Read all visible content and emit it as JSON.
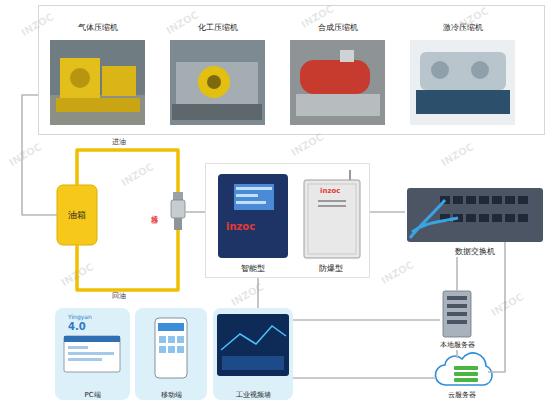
{
  "diagram": {
    "nodes": [
      {
        "text": []
      },
      {
        "text": [
          "气体压缩机"
        ],
        "in": 0
      },
      {
        "text": [
          "化工压缩机"
        ],
        "in": 0
      },
      {
        "text": [
          "合成压缩机"
        ],
        "in": 0
      },
      {
        "text": [
          "激冷压缩机"
        ],
        "in": 0
      },
      {
        "text": [
          "油箱"
        ]
      },
      {
        "text": [
          "传感器"
        ]
      },
      {
        "text": []
      },
      {
        "text": [
          "智能型"
        ],
        "in": 7
      },
      {
        "text": [
          "防爆型"
        ],
        "in": 7
      },
      {
        "text": [
          "数据交换机"
        ]
      },
      {
        "text": [
          "本地服务器"
        ]
      },
      {
        "text": [
          "云服务器"
        ]
      },
      {
        "text": [
          "PC端"
        ]
      },
      {
        "text": [
          "移动端"
        ]
      },
      {
        "text": [
          "工业视频墙"
        ]
      }
    ],
    "edges": [
      {
        "from": 0,
        "to": 5,
        "arrow": "none"
      },
      {
        "from": 5,
        "to": 6,
        "label": "进油",
        "arrow": "none"
      },
      {
        "from": 6,
        "to": 5,
        "label": "回油",
        "arrow": "none"
      },
      {
        "from": 6,
        "to": 7,
        "arrow": "none"
      },
      {
        "from": 7,
        "to": 10,
        "arrow": "none"
      },
      {
        "from": 10,
        "to": 11,
        "arrow": "none"
      },
      {
        "from": 11,
        "to": 12,
        "arrow": "none"
      },
      {
        "from": 10,
        "to": 12,
        "arrow": "none"
      },
      {
        "from": 7,
        "to": 15,
        "arrow": "none"
      },
      {
        "from": 11,
        "to": 15,
        "arrow": "none"
      },
      {
        "from": 12,
        "to": 15,
        "arrow": "none"
      }
    ],
    "labels": [
      "Yingyan",
      "4.0",
      "inzoc",
      "inzoc",
      "INZOC",
      "INZOC",
      "INZOC",
      "INZOC",
      "INZOC",
      "INZOC",
      "INZOC",
      "INZOC",
      "INZOC",
      "INZOC",
      "INZOC",
      "INZOC"
    ]
  }
}
